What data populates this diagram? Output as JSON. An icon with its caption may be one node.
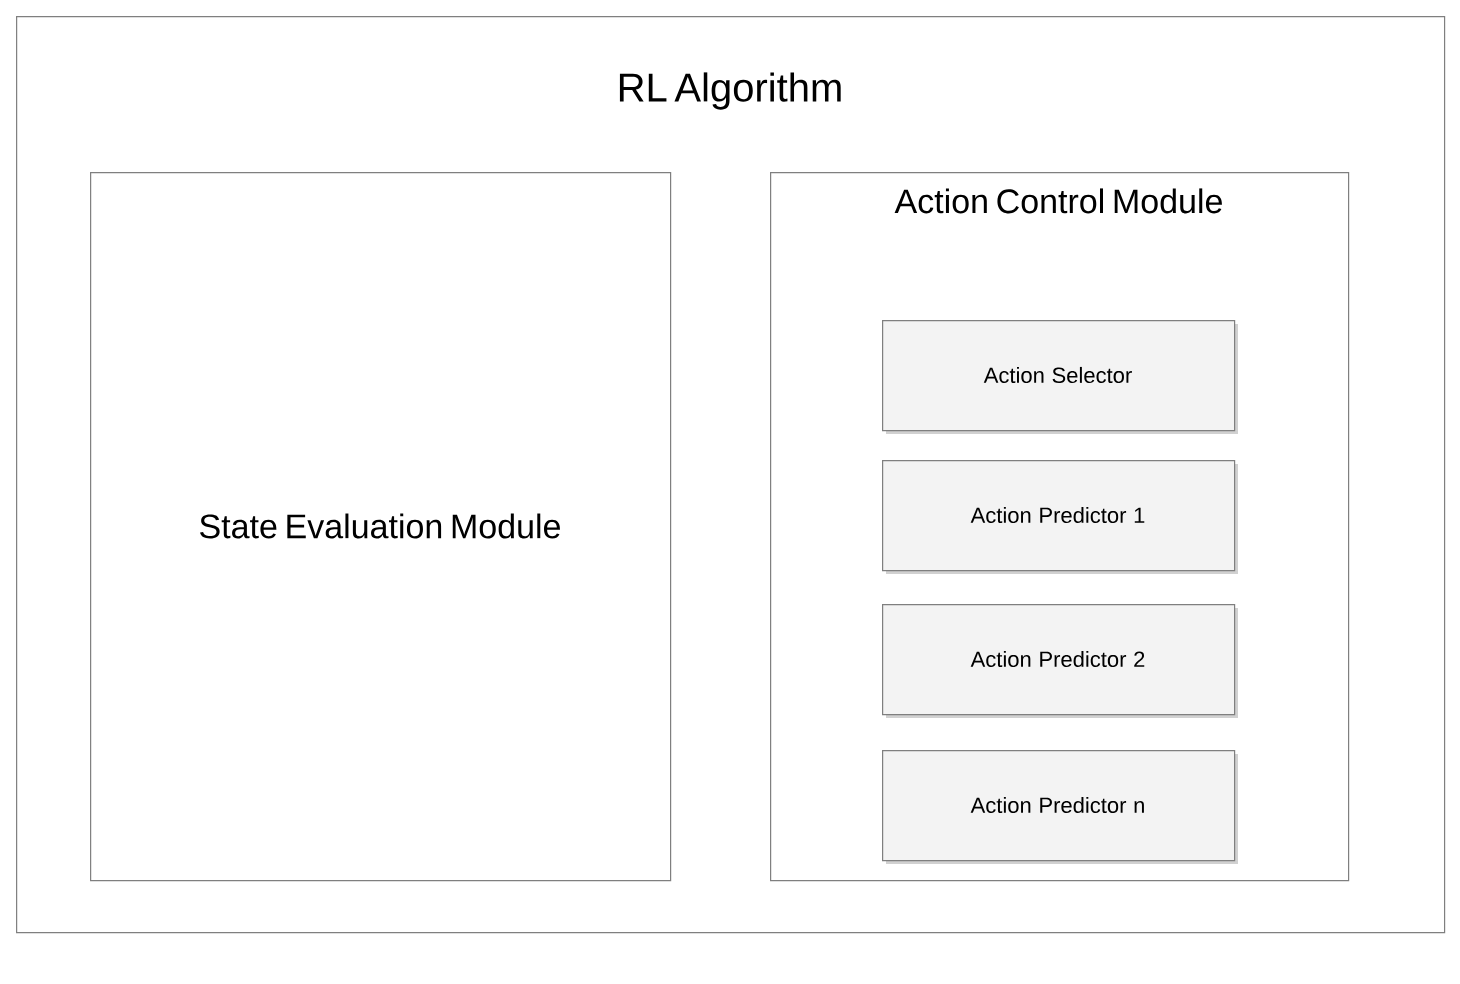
{
  "diagram": {
    "nodes": [
      {
        "text": [
          "RL Algorithm"
        ]
      },
      {
        "text": [
          "State Evaluation Module"
        ],
        "in": 0
      },
      {
        "text": [
          "Action Control Module"
        ],
        "in": 0
      },
      {
        "text": [
          "Action Selector"
        ],
        "in": 2
      },
      {
        "text": [
          "Action Predictor 1"
        ],
        "in": 2
      },
      {
        "text": [
          "Action Predictor 2"
        ],
        "in": 2
      },
      {
        "text": [
          "Action Predictor n"
        ],
        "in": 2
      }
    ]
  }
}
